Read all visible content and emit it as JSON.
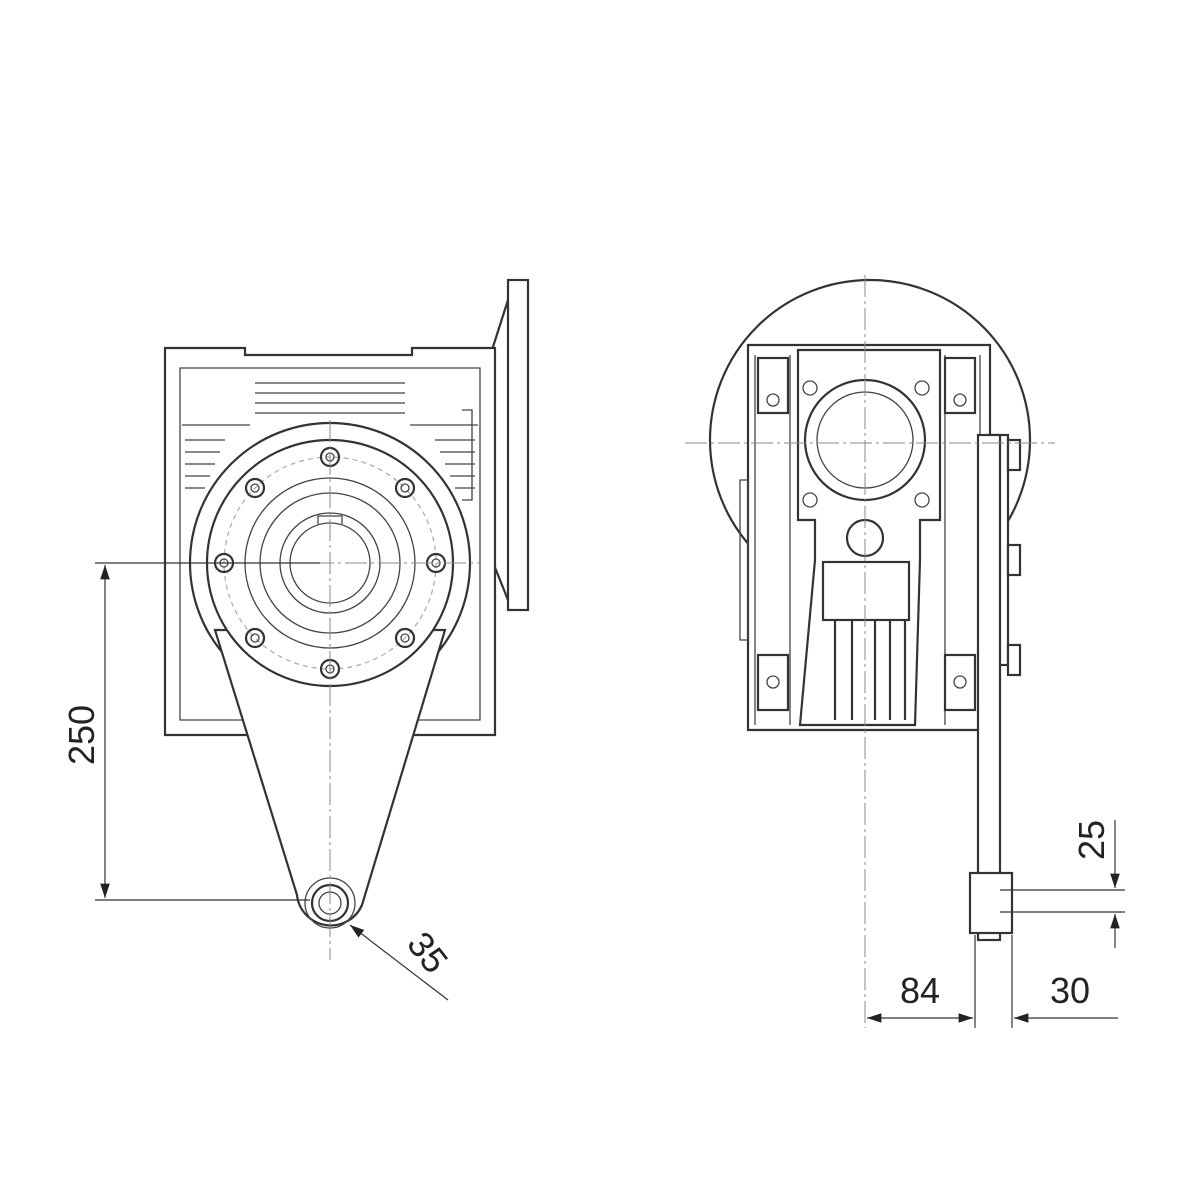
{
  "drawing": {
    "views": [
      "front-view",
      "side-view"
    ],
    "dimensions": {
      "torque_arm_length": "250",
      "end_hole_diameter": "35",
      "bushing_width": "25",
      "arm_offset": "84",
      "arm_overhang": "30"
    }
  }
}
